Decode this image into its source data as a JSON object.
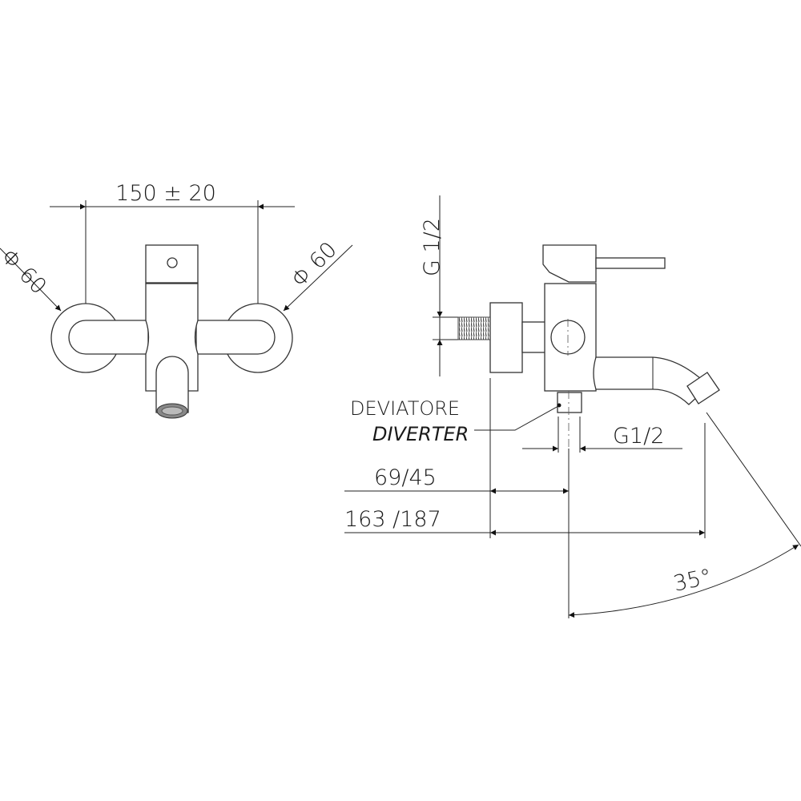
{
  "front_view": {
    "width_dim": "150 ± 20",
    "flange_left_dim": "Φ 60",
    "flange_right_dim": "Φ 60"
  },
  "side_view": {
    "inlet_thread_dim": "G 1/2",
    "diverter_label": "DEVIATORE",
    "diverter_label_en": "DIVERTER",
    "outlet_thread_dim": "G1/2",
    "depth_dim_1": "69/45",
    "depth_dim_2": "163 /187",
    "angle_dim": "35°"
  }
}
